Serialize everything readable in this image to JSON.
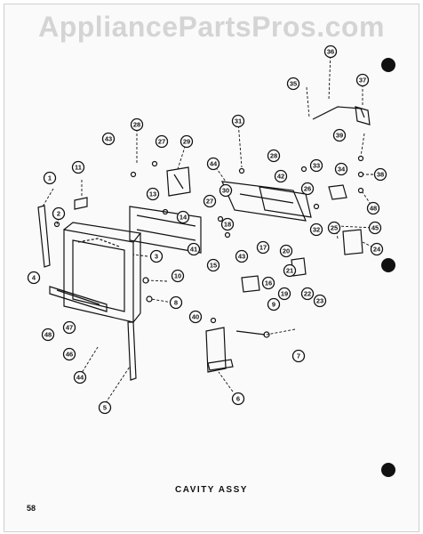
{
  "watermark": "AppliancePartsPros.com",
  "caption": "CAVITY ASSY",
  "page_number": "58",
  "callouts": [
    "1",
    "2",
    "3",
    "4",
    "5",
    "6",
    "7",
    "8",
    "9",
    "10",
    "11",
    "13",
    "14",
    "15",
    "16",
    "17",
    "18",
    "19",
    "20",
    "21",
    "22",
    "23",
    "24",
    "25",
    "26",
    "27",
    "28",
    "29",
    "30",
    "31",
    "32",
    "33",
    "34",
    "35",
    "36",
    "37",
    "38",
    "39",
    "40",
    "41",
    "42",
    "43",
    "44",
    "45",
    "46",
    "47",
    "48"
  ]
}
